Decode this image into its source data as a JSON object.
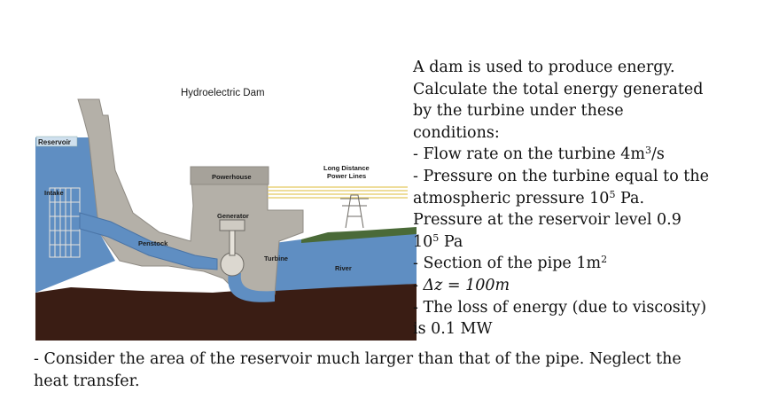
{
  "diagram": {
    "title": "Hydroelectric Dam",
    "labels": {
      "reservoir": "Reservoir",
      "intake": "Intake",
      "penstock": "Penstock",
      "powerhouse": "Powerhouse",
      "generator": "Generator",
      "turbine": "Turbine",
      "power_lines_1": "Long Distance",
      "power_lines_2": "Power Lines",
      "river": "River"
    },
    "colors": {
      "water": "#5f8ec2",
      "concrete": "#b4b0a8",
      "ground": "#3a1d14",
      "powerlines": "#e8d27a"
    }
  },
  "problem": {
    "l1": "A dam is used to produce energy.",
    "l2": "Calculate the total energy generated",
    "l3": "by the turbine under these",
    "l4": "conditions:",
    "l5_pre": "- Flow rate on the turbine 4m",
    "l5_sup": "3",
    "l5_post": "/s",
    "l6": "- Pressure on the turbine equal to the",
    "l7_pre": "atmospheric pressure 10",
    "l7_sup": "5",
    "l7_post": " Pa.",
    "l8": "Pressure at the reservoir level 0.9",
    "l9_pre": "10",
    "l9_sup": "5",
    "l9_post": " Pa",
    "l10_pre": "- Section of the pipe 1m",
    "l10_sup": "2",
    "l11_pre": "- ",
    "l11_math": "Δz = 100m",
    "l12": "- The loss of energy (due to viscosity)",
    "l13": "is 0.1 MW"
  },
  "footer": {
    "l1": "- Consider the area of the reservoir much larger than that of the pipe.  Neglect the",
    "l2": "heat transfer."
  }
}
